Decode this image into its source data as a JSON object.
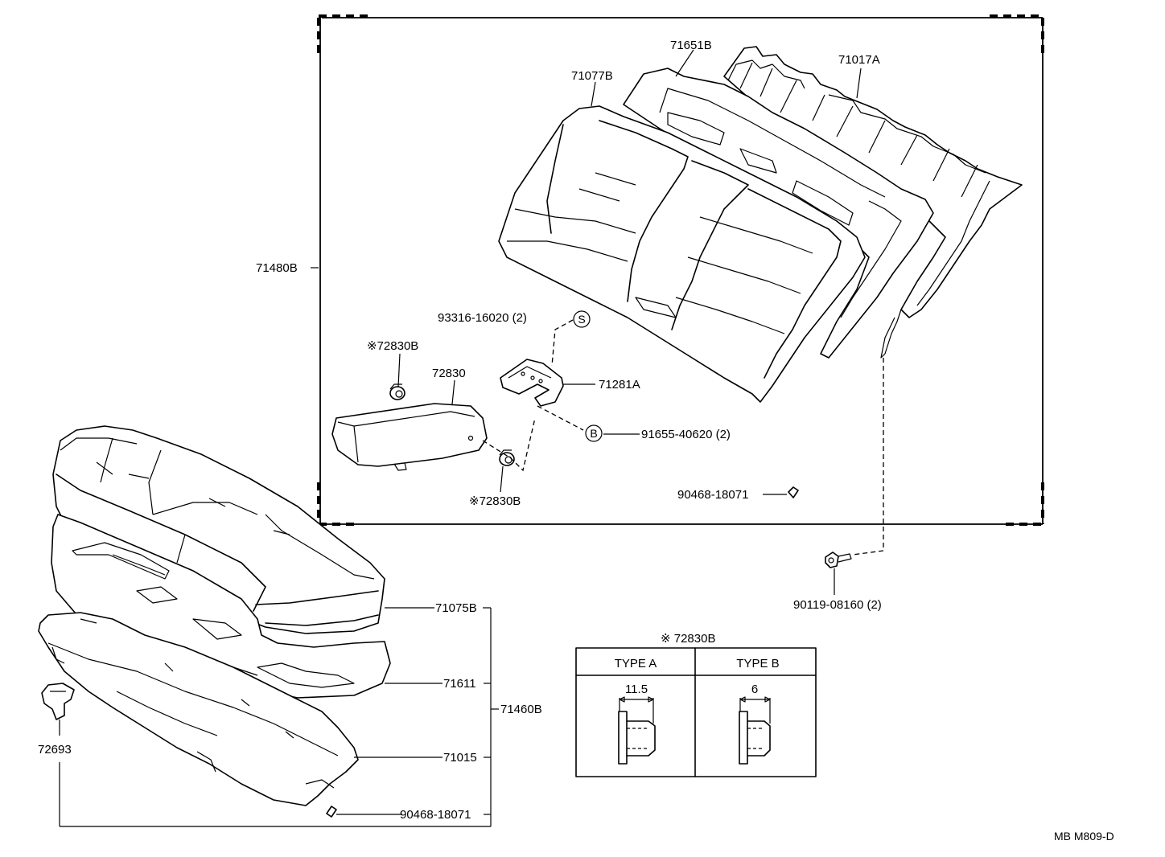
{
  "labels": {
    "p71651b": "71651B",
    "p71017a": "71017A",
    "p71077b": "71077B",
    "p71480b": "71480B",
    "p93316": "93316-16020 (2)",
    "p72830b_top": "※72830B",
    "p72830": "72830",
    "p71281a": "71281A",
    "p91655": "91655-40620 (2)",
    "p72830b_bot": "※72830B",
    "p90468_a": "90468-18071",
    "p90119": "90119-08160 (2)",
    "p71075b": "71075B",
    "p71611": "71611",
    "p71460b": "71460B",
    "p71015": "71015",
    "p72693": "72693",
    "p90468_b": "90468-18071",
    "ref_code": "MB M809-D"
  },
  "markers": {
    "s": "S",
    "b": "B"
  },
  "type_table": {
    "title": "※ 72830B",
    "type_a": "TYPE A",
    "type_b": "TYPE B",
    "dim_a": "11.5",
    "dim_b": "6"
  }
}
